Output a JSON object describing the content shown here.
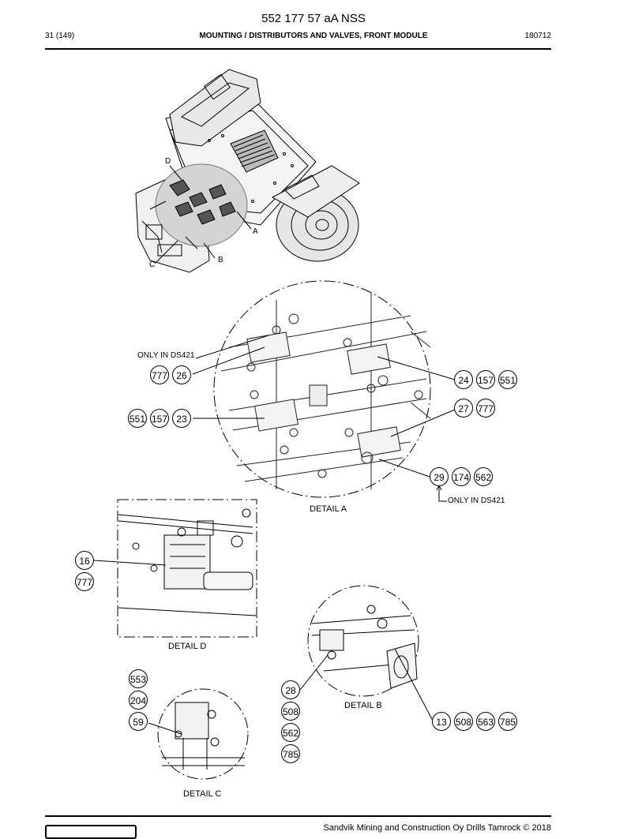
{
  "header": {
    "doc_title": "552 177 57 aA NSS",
    "page_num": "31 (149)",
    "section_title": "MOUNTING / DISTRIBUTORS AND VALVES, FRONT MODULE",
    "date": "180712"
  },
  "overview": {
    "labels": [
      "D",
      "A",
      "B",
      "C"
    ]
  },
  "detail_a": {
    "title": "DETAIL A",
    "note_top": "ONLY IN DS421",
    "note_bottom": "ONLY IN DS421",
    "callouts_left_top": [
      "777",
      "26"
    ],
    "callouts_left_mid": [
      "551",
      "157",
      "23"
    ],
    "callouts_right_1": [
      "24",
      "157",
      "551"
    ],
    "callouts_right_2": [
      "27",
      "777"
    ],
    "callouts_right_3": [
      "29",
      "174",
      "562"
    ]
  },
  "detail_d": {
    "title": "DETAIL D",
    "callouts": [
      "16",
      "777"
    ]
  },
  "detail_b": {
    "title": "DETAIL B",
    "callouts_left": [
      "28",
      "508",
      "562",
      "785"
    ],
    "callouts_right": [
      "13",
      "508",
      "563",
      "785"
    ]
  },
  "detail_c": {
    "title": "DETAIL C",
    "callouts": [
      "553",
      "204",
      "59"
    ]
  },
  "footer": {
    "copyright": "Sandvik Mining and Construction Oy Drills Tamrock © 2018"
  }
}
